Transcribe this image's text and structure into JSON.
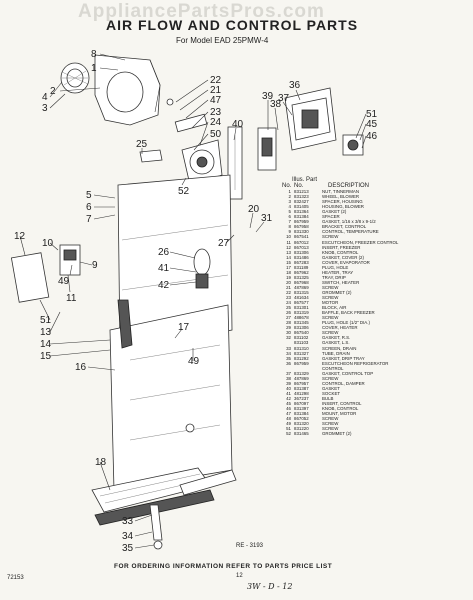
{
  "watermark": "AppliancePartsPros.com",
  "title": "AIR FLOW AND CONTROL PARTS",
  "subtitle": "For Model EAD 25PMW-4",
  "parts_list": {
    "label": "Illus. Part",
    "col_ref": "No.",
    "col_part": "No.",
    "col_desc": "DESCRIPTION",
    "rows": [
      {
        "ref": "1",
        "part": "831213",
        "desc": "NUT, TINNERMAN"
      },
      {
        "ref": "2",
        "part": "831323",
        "desc": "WHEEL, BLOWER"
      },
      {
        "ref": "3",
        "part": "832427",
        "desc": "SPACER, HOUSING"
      },
      {
        "ref": "4",
        "part": "831405",
        "desc": "HOUSING, BLOWER"
      },
      {
        "ref": "5",
        "part": "831364",
        "desc": "GASKET (2)"
      },
      {
        "ref": "6",
        "part": "831384",
        "desc": "SPACER"
      },
      {
        "ref": "7",
        "part": "867959",
        "desc": "GASKET, 1/16 x 3/8 x 9-1/2"
      },
      {
        "ref": "8",
        "part": "867958",
        "desc": "BRACKET, CONTROL"
      },
      {
        "ref": "9",
        "part": "831330",
        "desc": "CONTROL, TEMPERATURE"
      },
      {
        "ref": "10",
        "part": "867541",
        "desc": "SCREW"
      },
      {
        "ref": "11",
        "part": "867012",
        "desc": "ESCUTCHEON, FREEZER CONTROL"
      },
      {
        "ref": "12",
        "part": "867013",
        "desc": "INSERT, FREEZER"
      },
      {
        "ref": "13",
        "part": "831306",
        "desc": "KNOB, CONTROL"
      },
      {
        "ref": "14",
        "part": "831486",
        "desc": "GASKET, COVER (2)"
      },
      {
        "ref": "15",
        "part": "867283",
        "desc": "COVER, EVAPORATOR"
      },
      {
        "ref": "17",
        "part": "831189",
        "desc": "PLUG, HOLE"
      },
      {
        "ref": "18",
        "part": "867962",
        "desc": "HEATER, TRAY"
      },
      {
        "ref": "19",
        "part": "831325",
        "desc": "TRAY, DRIP"
      },
      {
        "ref": "20",
        "part": "867968",
        "desc": "SWITCH, HEATER"
      },
      {
        "ref": "21",
        "part": "487869",
        "desc": "SCREW"
      },
      {
        "ref": "22",
        "part": "831315",
        "desc": "GROMMET (2)"
      },
      {
        "ref": "23",
        "part": "481634",
        "desc": "SCREW"
      },
      {
        "ref": "24",
        "part": "867577",
        "desc": "MOTOR"
      },
      {
        "ref": "25",
        "part": "831301",
        "desc": "BLOCK, AIR"
      },
      {
        "ref": "26",
        "part": "831319",
        "desc": "BAFFLE, BACK FREEZER"
      },
      {
        "ref": "27",
        "part": "488678",
        "desc": "SCREW"
      },
      {
        "ref": "28",
        "part": "831345",
        "desc": "PLUG, HOLE (1/2\" DIA.)"
      },
      {
        "ref": "29",
        "part": "831306",
        "desc": "COVER, HEATER"
      },
      {
        "ref": "30",
        "part": "867540",
        "desc": "SCREW"
      },
      {
        "ref": "32",
        "part": "831102",
        "desc": "GASKET, R.S."
      },
      {
        "ref": "",
        "part": "831103",
        "desc": "GASKET, L.S."
      },
      {
        "ref": "33",
        "part": "831310",
        "desc": "SCREEN, DRAIN"
      },
      {
        "ref": "34",
        "part": "831327",
        "desc": "TUBE, DRAIN"
      },
      {
        "ref": "35",
        "part": "831292",
        "desc": "GASKET, DRIP TRAY"
      },
      {
        "ref": "36",
        "part": "867959",
        "desc": "ESCUTCHEON REFRIGERATOR"
      },
      {
        "ref": "",
        "part": "",
        "desc": "CONTROL"
      },
      {
        "ref": "37",
        "part": "831329",
        "desc": "GASKET, CONTROL TOP"
      },
      {
        "ref": "38",
        "part": "487869",
        "desc": "SCREW"
      },
      {
        "ref": "39",
        "part": "867957",
        "desc": "CONTROL, DAMPER"
      },
      {
        "ref": "40",
        "part": "831387",
        "desc": "GASKET"
      },
      {
        "ref": "41",
        "part": "481298",
        "desc": "SOCKET"
      },
      {
        "ref": "42",
        "part": "367237",
        "desc": "BULB"
      },
      {
        "ref": "45",
        "part": "867097",
        "desc": "INSERT, CONTROL"
      },
      {
        "ref": "46",
        "part": "831397",
        "desc": "KNOB, CONTROL"
      },
      {
        "ref": "47",
        "part": "831384",
        "desc": "MOUNT, MOTOR"
      },
      {
        "ref": "48",
        "part": "867052",
        "desc": "SCREW"
      },
      {
        "ref": "49",
        "part": "831320",
        "desc": "SCREW"
      },
      {
        "ref": "51",
        "part": "831220",
        "desc": "SCREW"
      },
      {
        "ref": "52",
        "part": "831465",
        "desc": "GROMMET (2)"
      }
    ]
  },
  "callouts": [
    {
      "label": "8"
    },
    {
      "label": "1"
    },
    {
      "label": "2"
    },
    {
      "label": "4"
    },
    {
      "label": "3"
    },
    {
      "label": "22"
    },
    {
      "label": "21"
    },
    {
      "label": "47"
    },
    {
      "label": "23"
    },
    {
      "label": "24"
    },
    {
      "label": "50"
    },
    {
      "label": "25"
    },
    {
      "label": "52"
    },
    {
      "label": "36"
    },
    {
      "label": "39"
    },
    {
      "label": "38"
    },
    {
      "label": "37"
    },
    {
      "label": "51"
    },
    {
      "label": "45"
    },
    {
      "label": "46"
    },
    {
      "label": "40"
    },
    {
      "label": "5"
    },
    {
      "label": "6"
    },
    {
      "label": "7"
    },
    {
      "label": "20"
    },
    {
      "label": "31"
    },
    {
      "label": "27"
    },
    {
      "label": "12"
    },
    {
      "label": "10"
    },
    {
      "label": "49"
    },
    {
      "label": "9"
    },
    {
      "label": "11"
    },
    {
      "label": "26"
    },
    {
      "label": "41"
    },
    {
      "label": "42"
    },
    {
      "label": "51"
    },
    {
      "label": "13"
    },
    {
      "label": "14"
    },
    {
      "label": "15"
    },
    {
      "label": "17"
    },
    {
      "label": "16"
    },
    {
      "label": "49"
    },
    {
      "label": "18"
    },
    {
      "label": "33"
    },
    {
      "label": "34"
    },
    {
      "label": "35"
    }
  ],
  "diagram_code": "RE - 3193",
  "footer_note": "FOR ORDERING INFORMATION REFER TO PARTS PRICE LIST",
  "corner_code": "72153",
  "page_number": "12",
  "handwritten_note": "3W - D - 12"
}
